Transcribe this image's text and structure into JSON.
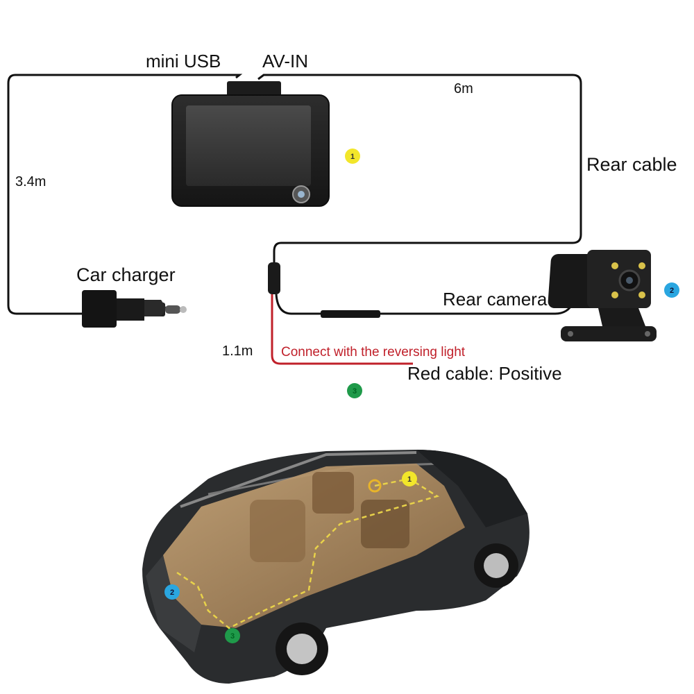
{
  "labels": {
    "mini_usb": "mini USB",
    "av_in": "AV-IN",
    "six_m": "6m",
    "rear_cable": "Rear cable",
    "three_four_m": "3.4m",
    "car_charger": "Car charger",
    "rear_camera": "Rear camera",
    "one_one_m": "1.1m",
    "connect_reversing": "Connect with the reversing light",
    "red_cable_positive": "Red cable: Positive"
  },
  "badges": {
    "one": "1",
    "two": "2",
    "three": "3"
  },
  "colors": {
    "badge_1": "#f2e62a",
    "badge_2": "#2aa6e0",
    "badge_3": "#1f9a4a",
    "cable": "#111111",
    "red_cable": "#c0202a",
    "route": "#e8d24a"
  }
}
